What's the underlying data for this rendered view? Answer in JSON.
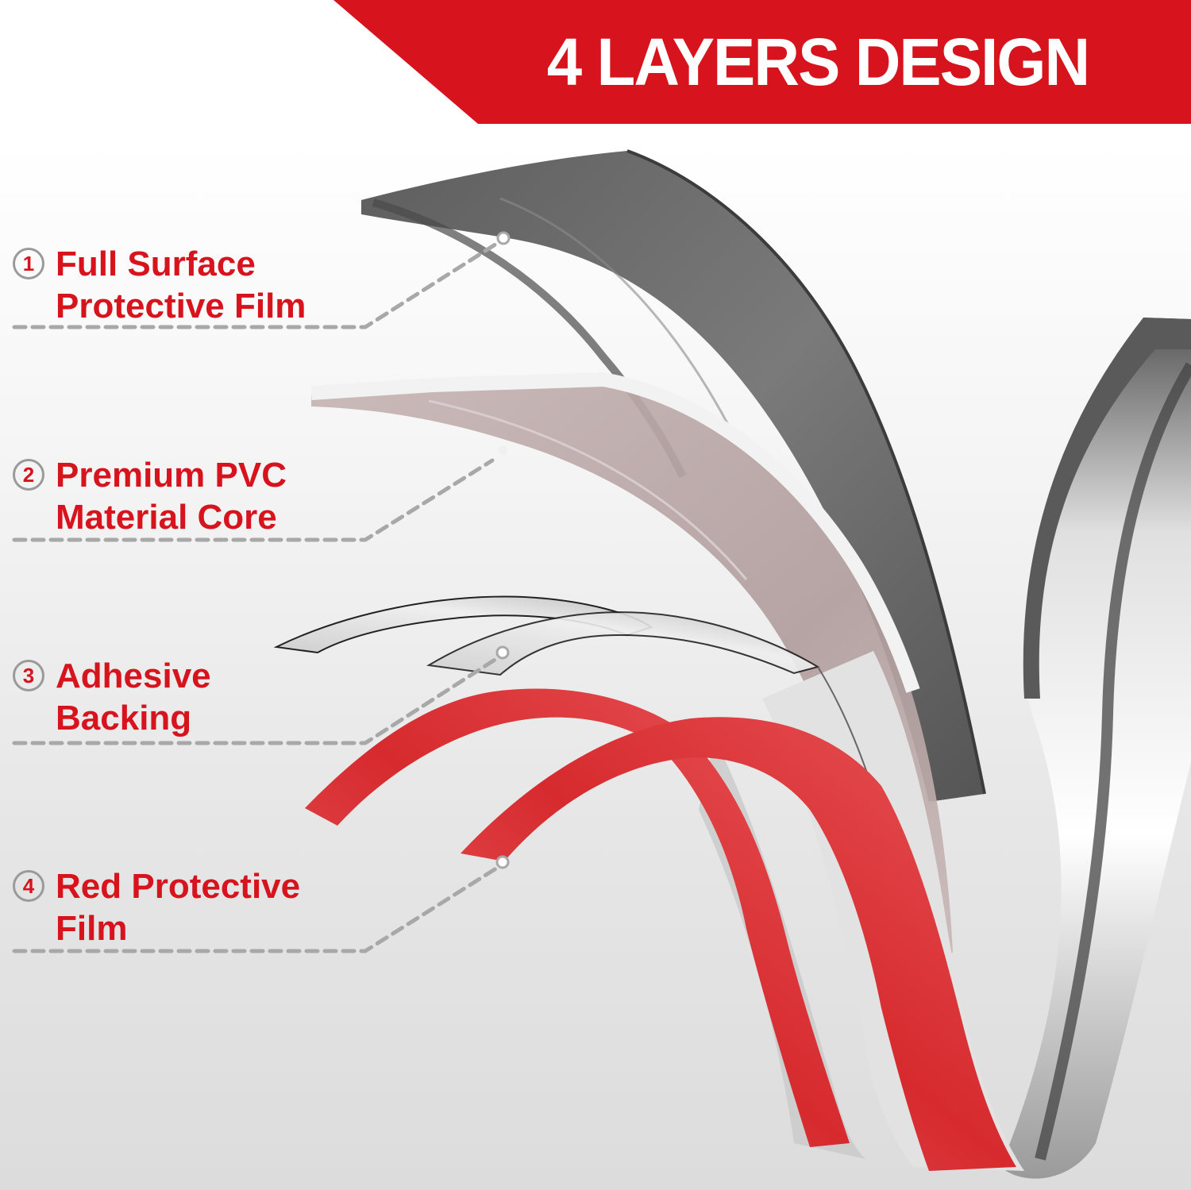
{
  "header": {
    "title": "4 LAYERS DESIGN",
    "banner_color": "#d7131e"
  },
  "layers": [
    {
      "number": "1",
      "line1": "Full Surface",
      "line2": "Protective Film"
    },
    {
      "number": "2",
      "line1": "Premium PVC",
      "line2": "Material Core"
    },
    {
      "number": "3",
      "line1": "Adhesive",
      "line2": "Backing"
    },
    {
      "number": "4",
      "line1": "Red Protective",
      "line2": "Film"
    }
  ],
  "colors": {
    "accent_red": "#d7131e",
    "tape_red": "#d93236",
    "callout_gray": "#a8a8a8",
    "film_gray": "#6e6e6e",
    "pvc_pink": "#b8a3a3"
  }
}
